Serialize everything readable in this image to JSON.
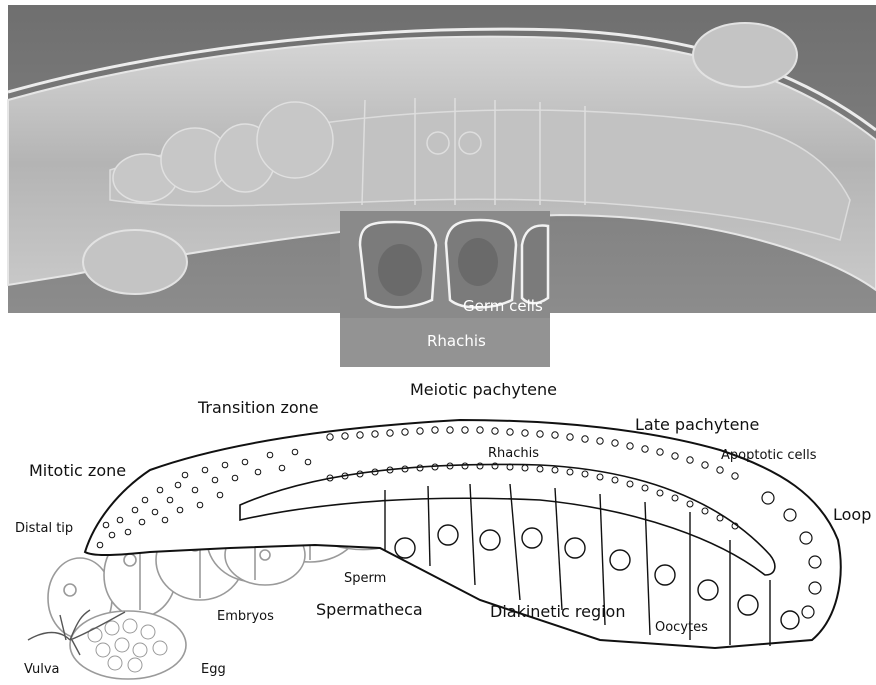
{
  "figure": {
    "inset_labels": {
      "germ_cells": "Germ cells",
      "rhachis": "Rhachis"
    },
    "labels": {
      "meiotic_pachytene": "Meiotic pachytene",
      "transition_zone": "Transition zone",
      "late_pachytene": "Late pachytene",
      "rhachis": "Rhachis",
      "apoptotic_cells": "Apoptotic cells",
      "mitotic_zone": "Mitotic zone",
      "loop": "Loop",
      "distal_tip": "Distal tip",
      "sperm": "Sperm",
      "spermatheca": "Spermatheca",
      "embryos": "Embryos",
      "diakinetic_region": "Diakinetic region",
      "oocytes": "Oocytes",
      "vulva": "Vulva",
      "egg": "Egg"
    },
    "colors": {
      "micrograph_bg": "#7d7d7d",
      "worm_body": "#b9b9b9",
      "inset_bg": "#8a8a8a",
      "line_black": "#111111",
      "line_gray": "#9a9a9a"
    }
  }
}
